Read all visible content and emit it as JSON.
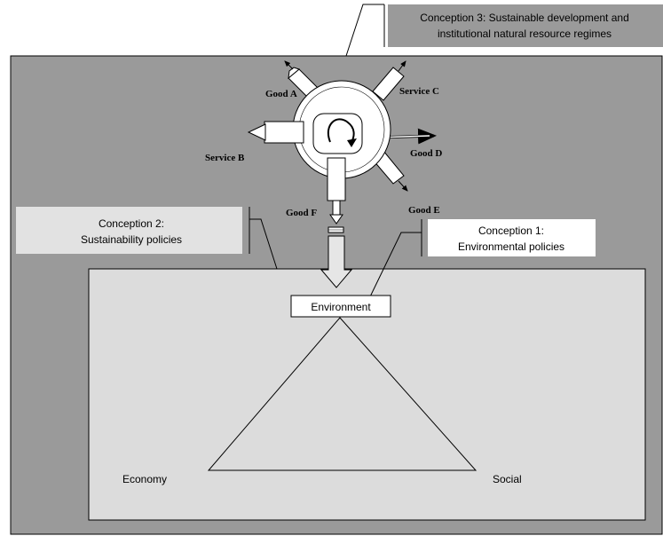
{
  "conception3": {
    "line1": "Conception 3: Sustainable development and",
    "line2": "institutional natural resource regimes"
  },
  "conception2": {
    "line1": "Conception 2:",
    "line2": "Sustainability policies"
  },
  "conception1": {
    "line1": "Conception 1:",
    "line2": "Environmental policies"
  },
  "outputs": {
    "good_a": "Good A",
    "service_c": "Service C",
    "service_b": "Service B",
    "good_d": "Good D",
    "good_f": "Good F",
    "good_e": "Good E"
  },
  "triangle": {
    "top": "Environment",
    "left": "Economy",
    "right": "Social"
  },
  "colors": {
    "outer_panel": "#9a9a9a",
    "inner_panel": "#dcdcdc",
    "label_box_c3": "#9a9a9a",
    "label_box_c2": "#e2e2e2",
    "label_box_c1": "#ffffff",
    "resource_circle": "#ffffff"
  }
}
